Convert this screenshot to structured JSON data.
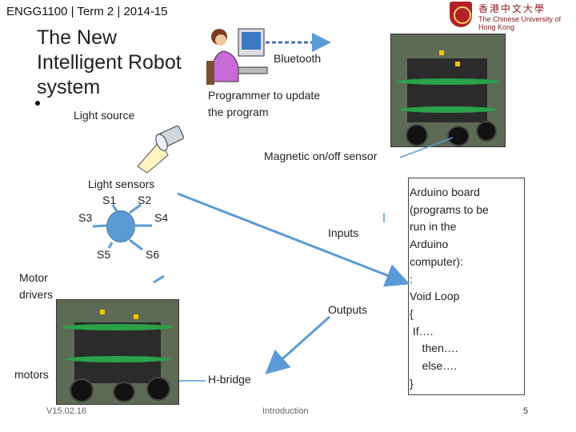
{
  "header": {
    "course": "ENGG1100 | Term 2 | 2014-15",
    "logo_text": "香港中文大學",
    "logo_subtext": "The Chinese University of Hong Kong"
  },
  "slide": {
    "title": "The  New\nIntelligent Robot\nsystem",
    "light_source": "Light source",
    "bluetooth": "Bluetooth",
    "programmer": "Programmer to update\nthe program",
    "magnetic_sensor": "Magnetic on/off sensor",
    "light_sensors": "Light sensors",
    "sensor_labels": {
      "s1": "S1",
      "s2": "S2",
      "s3": "S3",
      "s4": "S4",
      "s5": "S5",
      "s6": "S6"
    },
    "motor_drivers": "Motor\ndrivers",
    "inputs": "Inputs",
    "outputs": "Outputs",
    "motors": "motors",
    "h_bridge": "H-bridge",
    "arduino_board": "Arduino board\n(programs to be\nrun in the\nArduino\ncomputer):\n:\nVoid Loop\n{\n If….\n    then….\n    else….\n}"
  },
  "footer": {
    "version": "V15.02.16",
    "section": "Introduction",
    "page_number": "5"
  },
  "colors": {
    "arrow_blue": "#5b9bd5",
    "sensor_circle": "#5b9bd5"
  }
}
